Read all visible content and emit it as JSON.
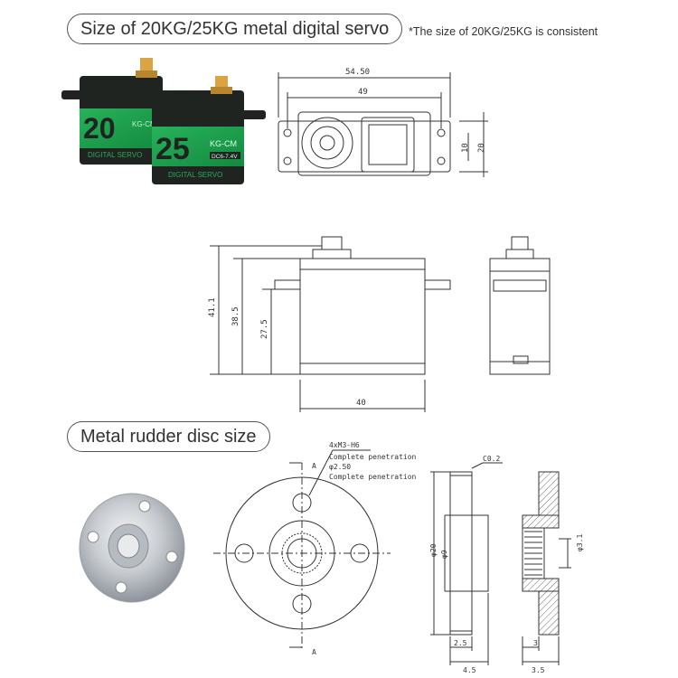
{
  "header": {
    "title": "Size of 20KG/25KG metal digital servo",
    "note": "*The size of 20KG/25KG is consistent"
  },
  "section2": {
    "title": "Metal rudder disc size"
  },
  "servo_photo": {
    "servo_20": {
      "big": "20",
      "unit": "KG-CM",
      "tag": "DIGITAL SERVO"
    },
    "servo_25": {
      "big": "25",
      "unit": "KG-CM",
      "voltage": "DC6-7.4V",
      "tag": "DIGITAL SERVO"
    },
    "colors": {
      "body": "#1f2420",
      "label": "#1fa04e",
      "gear": "#d9a441"
    }
  },
  "top_view": {
    "dims": {
      "overall": "54.50",
      "hole_span": "49",
      "inner": "10",
      "width": "20"
    }
  },
  "side_view": {
    "dims": {
      "height_total": "41.1",
      "height_body": "38.5",
      "height_flange": "27.5",
      "length": "40"
    }
  },
  "disc_drawing": {
    "callout": {
      "line1": "4xM3-H6",
      "line2": "Complete penetration",
      "line3": "φ2.50",
      "line4": "Complete penetration"
    },
    "section_mark": "A",
    "dims": {
      "outer": "φ20",
      "hub": "φ9",
      "chamfer": "C0.2",
      "thick_hub": "2.5",
      "thick_total": "4.5"
    }
  },
  "section_view": {
    "dims": {
      "spline": "φ3.1",
      "depth": "3",
      "total": "3.5"
    }
  }
}
